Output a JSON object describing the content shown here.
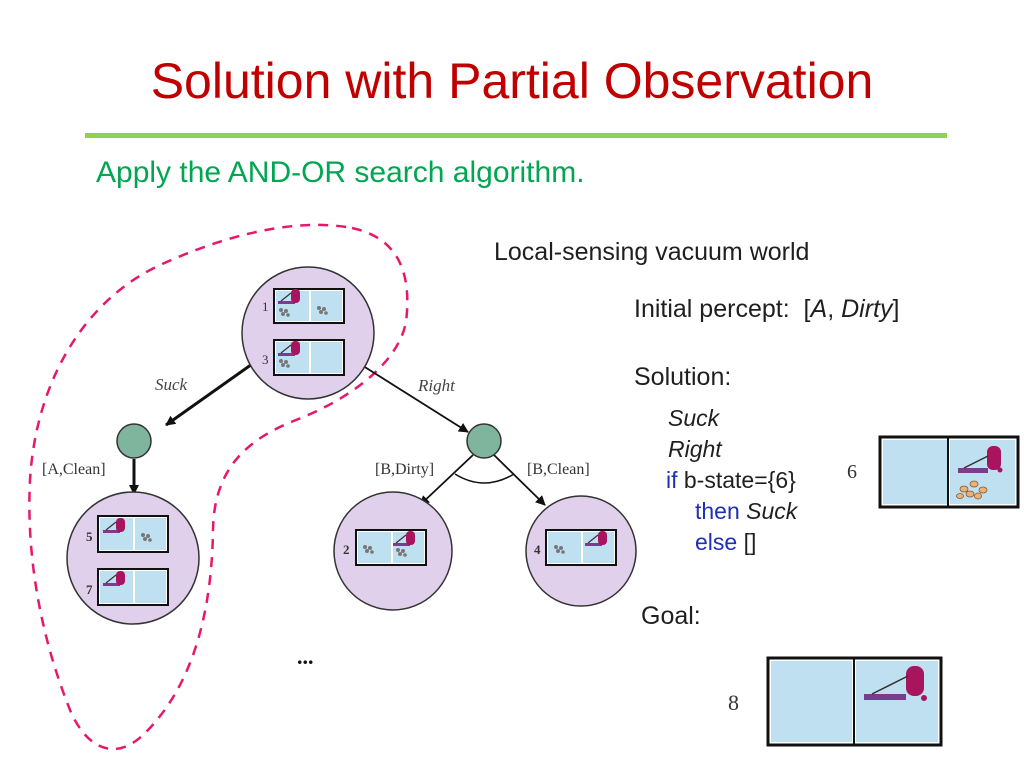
{
  "slide": {
    "title": "Solution with Partial Observation",
    "subtitle": "Apply the AND-OR search algorithm.",
    "sensing_label": "Local-sensing vacuum world",
    "percept": {
      "label": "Initial percept:",
      "open": "[",
      "a": "A",
      "comma": ",",
      "dirty": "Dirty",
      "close": "]"
    },
    "solution_label": "Solution:",
    "solution": {
      "suck1": "Suck",
      "right": "Right",
      "if_kw": "if",
      "condition": "b-state={6}",
      "then_kw": "then",
      "suck2": "Suck",
      "else_kw": "else",
      "else_val": "[]"
    },
    "goal_label": "Goal:",
    "ellipsis": "..."
  },
  "tree": {
    "edge_suck": "Suck",
    "edge_right": "Right",
    "percept_a_clean": "[A,Clean]",
    "percept_b_dirty": "[B,Dirty]",
    "percept_b_clean": "[B,Clean]",
    "root_states": [
      "1",
      "3"
    ],
    "left_states": [
      "5",
      "7"
    ],
    "middle_state": "2",
    "right_state": "4"
  },
  "examples": {
    "state_6": "6",
    "state_8": "8"
  },
  "colors": {
    "title": "#c00000",
    "rule": "#92d050",
    "subtitle": "#00a651",
    "node_fill": "#e0d0ec",
    "and_node": "#7fb59c",
    "room": "#bfe0f0",
    "boundary": "#e6186c",
    "vacuum": "#a8155e"
  }
}
